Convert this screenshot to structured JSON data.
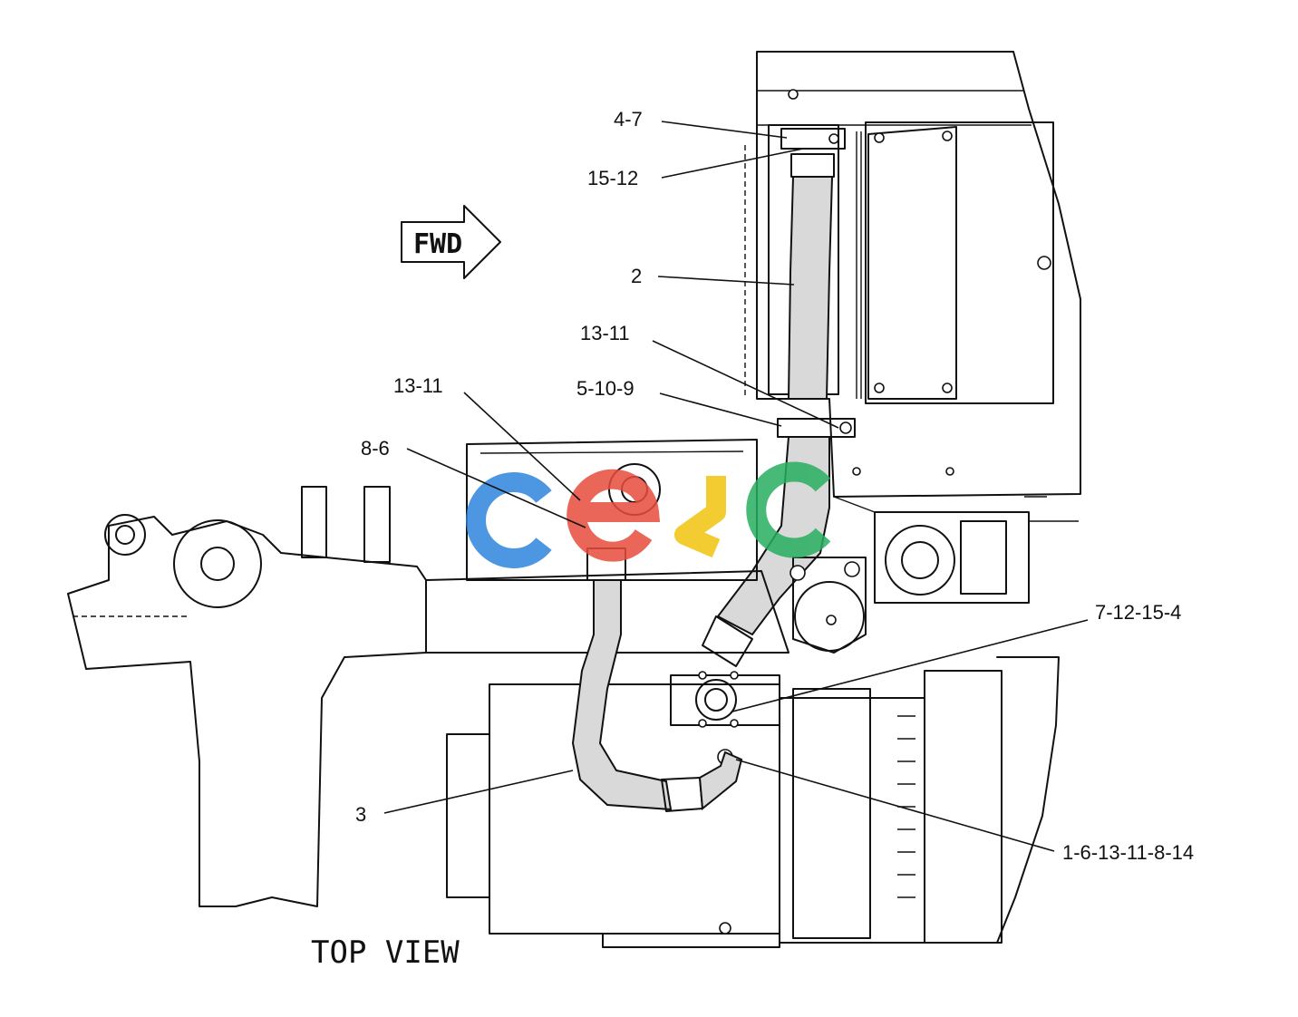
{
  "view_label": "TOP VIEW",
  "direction_arrow": {
    "label": "FWD"
  },
  "watermark": {
    "text": "cesc",
    "colors": [
      "#2e86de",
      "#e74c3c",
      "#f1c40f",
      "#27ae60"
    ]
  },
  "callouts": [
    "4-7",
    "15-12",
    "2",
    "13-11",
    "13-11",
    "5-10-9",
    "8-6",
    "7-12-15-4",
    "3",
    "1-6-13-11-8-14"
  ]
}
